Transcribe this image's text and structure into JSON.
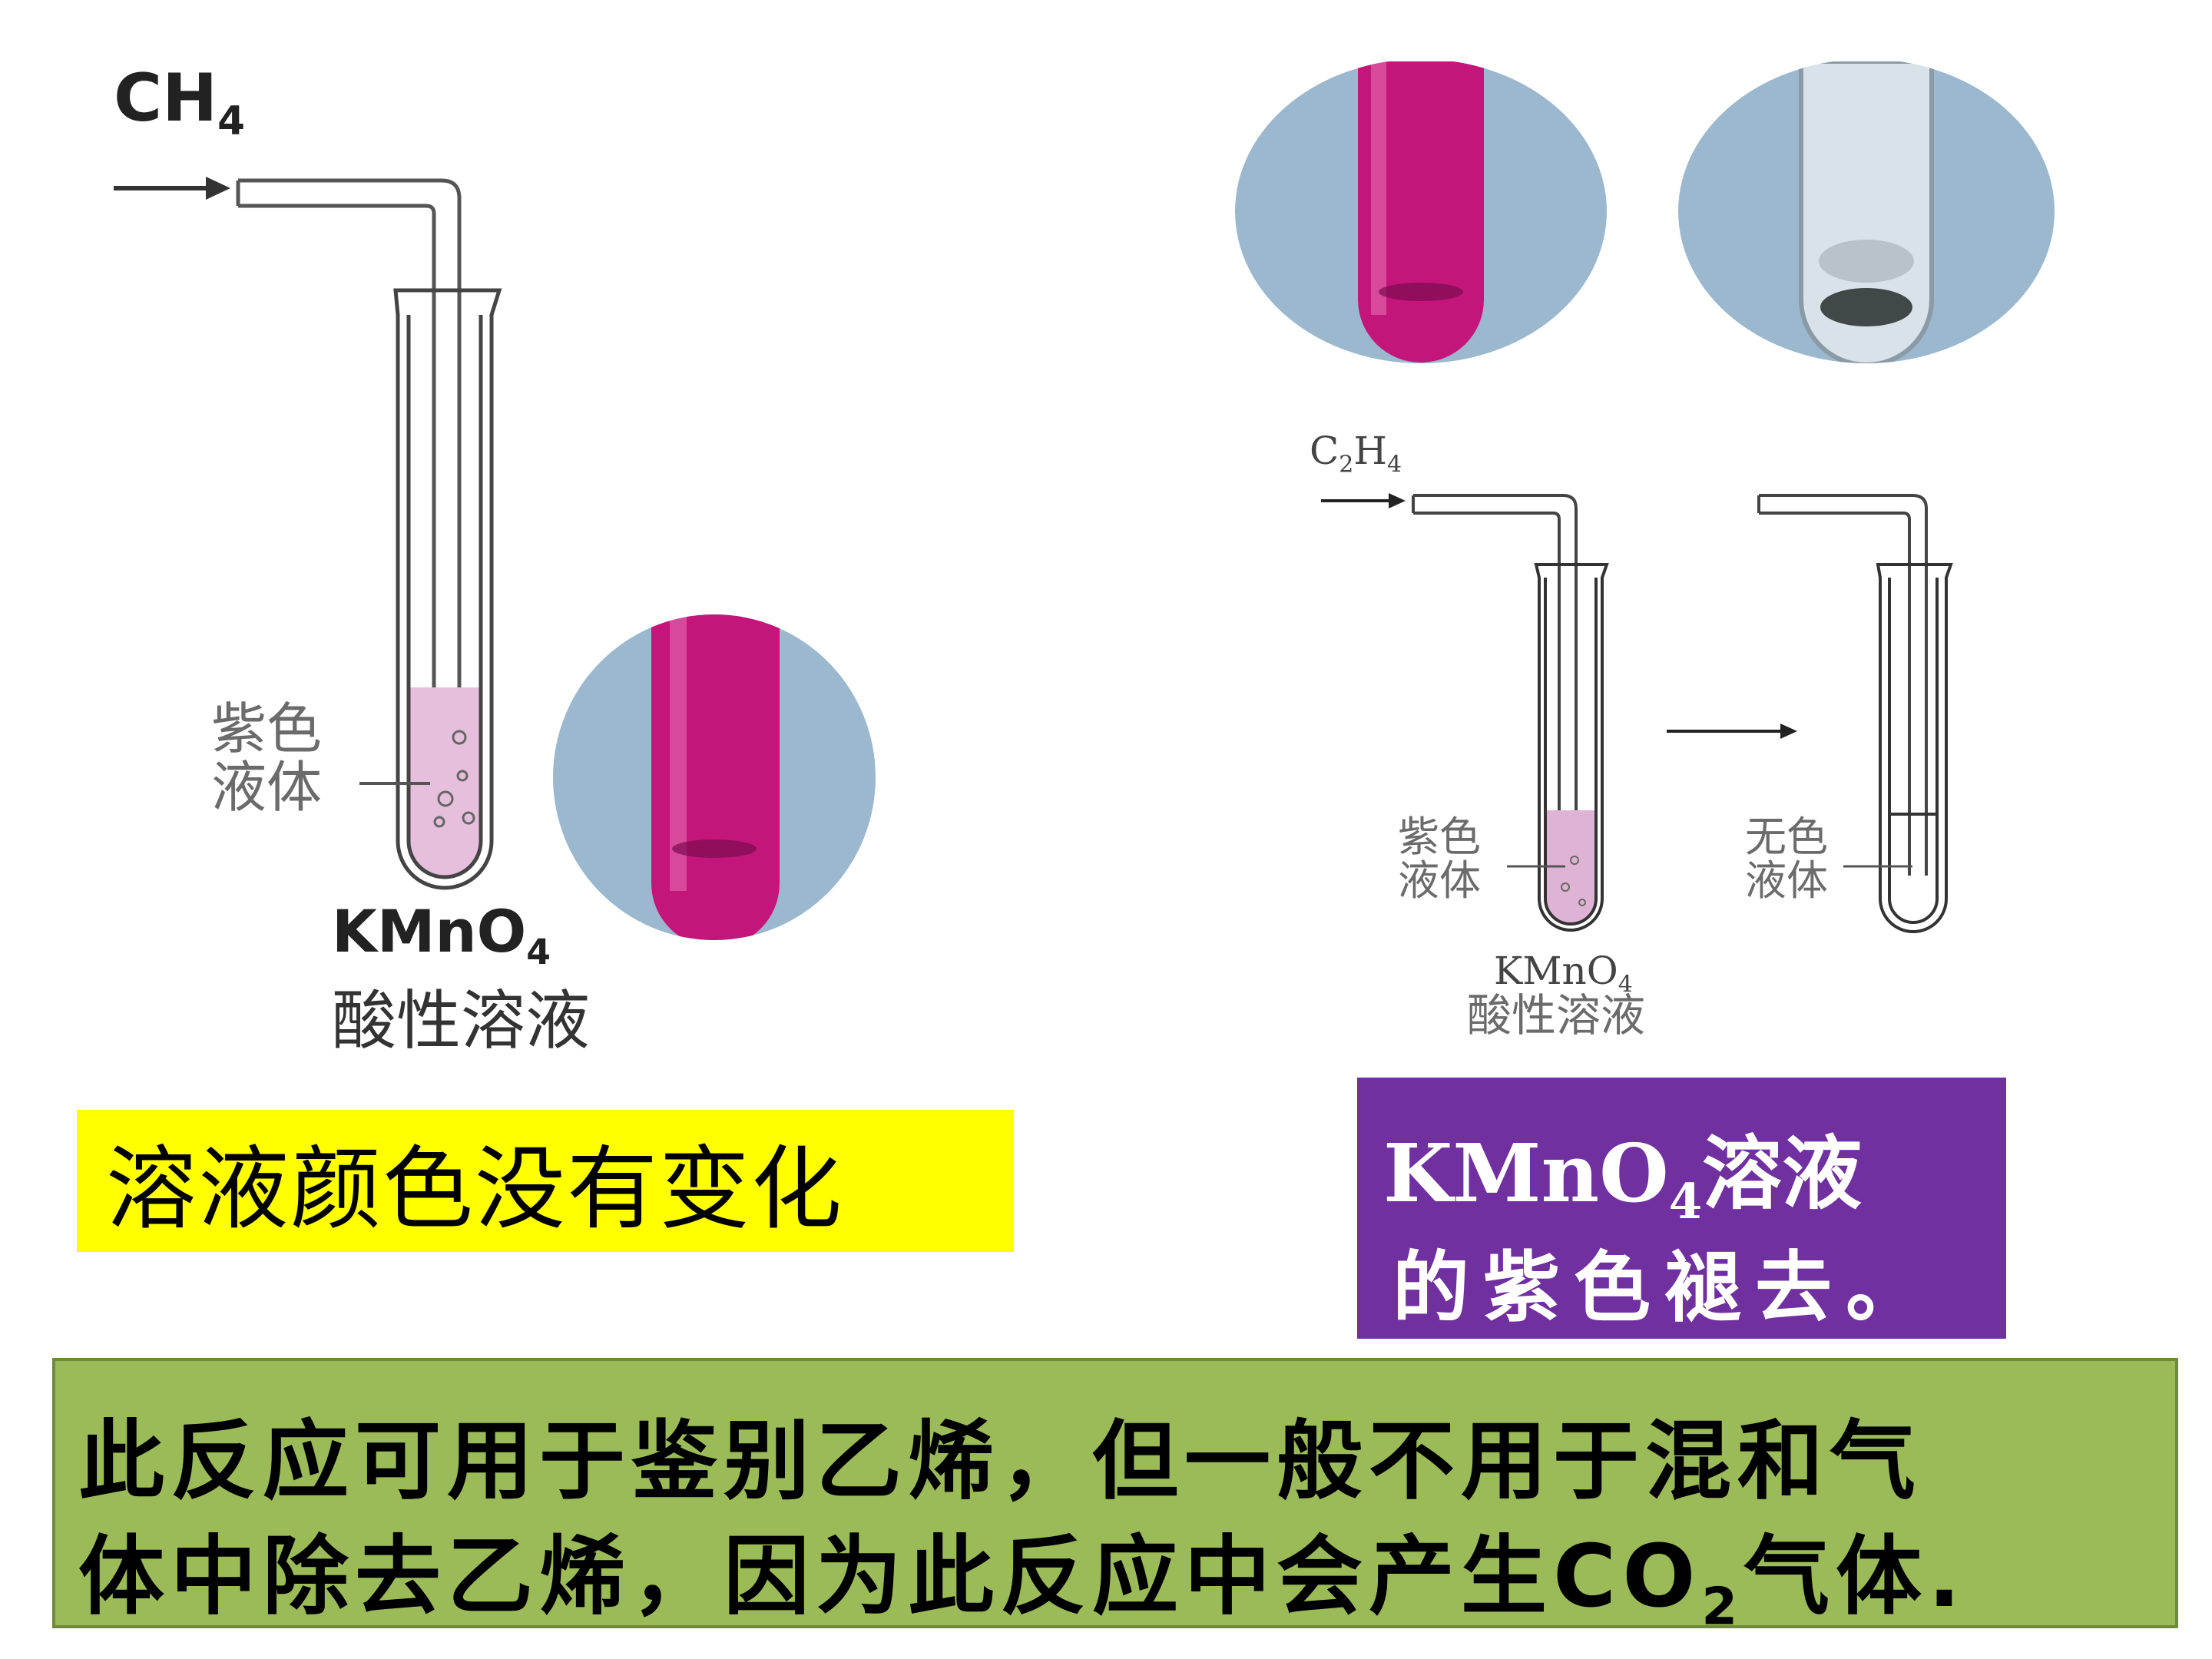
{
  "left_figure": {
    "gas_label": "CH",
    "gas_sub": "4",
    "liquid_label_1": "紫色",
    "liquid_label_2": "液体",
    "reagent_main": "KMnO",
    "reagent_sub": "4",
    "reagent_desc": "酸性溶液"
  },
  "right_figure": {
    "gas_label": "C",
    "gas_sub1": "2",
    "gas_mid": "H",
    "gas_sub2": "4",
    "liquid_before_1": "紫色",
    "liquid_before_2": "液体",
    "liquid_after_1": "无色",
    "liquid_after_2": "液体",
    "reagent_main": "KMnO",
    "reagent_sub": "4",
    "reagent_desc": "酸性溶液"
  },
  "yellow_box": {
    "text": "溶液颜色没有变化"
  },
  "purple_box": {
    "line1_main": "KMnO",
    "line1_sub": "4",
    "line1_rest": "溶液",
    "line2": "的紫色褪去。"
  },
  "green_box": {
    "line1": "此反应可用于鉴别乙烯，但一般不用于混和气",
    "line2_pre": "体中除去乙烯，因为此反应中会产生CO",
    "line2_sub": "2",
    "line2_post": "气体."
  },
  "colors": {
    "yellow": "#ffff00",
    "purple": "#7030a0",
    "green": "#9bbb59",
    "circle_bg": "#9bb8cf",
    "kmno4_magenta": "#c4157a",
    "light_pink": "#e4b8d8"
  }
}
